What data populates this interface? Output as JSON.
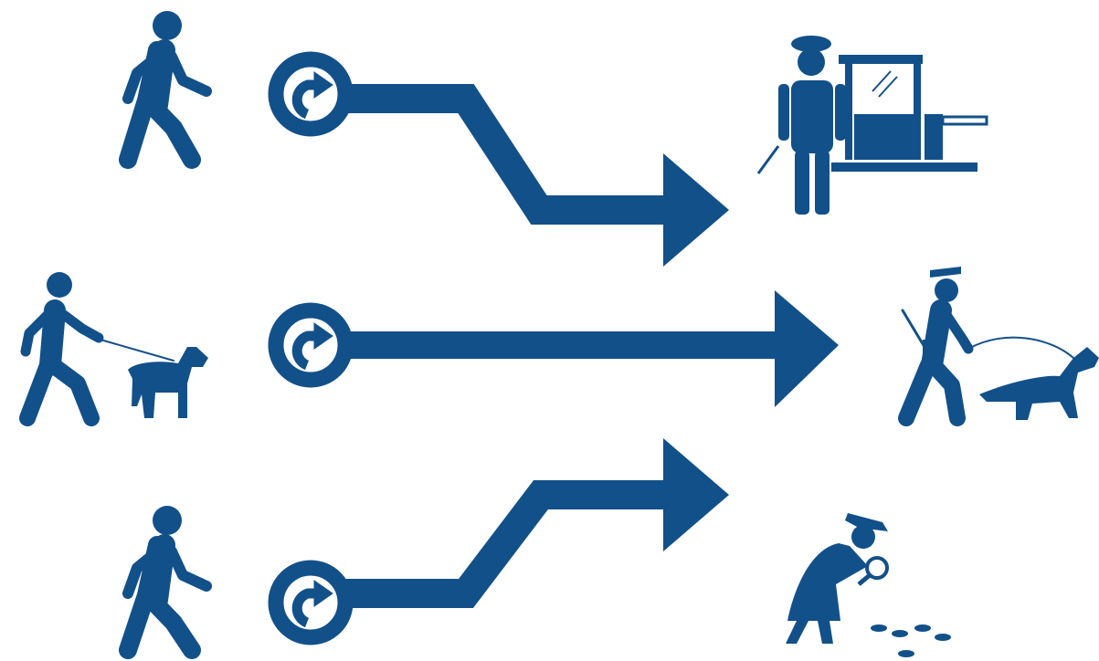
{
  "theme": {
    "primary": "#12508a",
    "background": "#ffffff"
  },
  "rows": [
    {
      "source_icon": "walking-person-icon",
      "route": "redirected-down",
      "switch_icon": "redirect-arrow-circle-icon",
      "target_icon": "security-guard-at-gatehouse-icon"
    },
    {
      "source_icon": "person-walking-dog-icon",
      "route": "straight",
      "switch_icon": "redirect-arrow-circle-icon",
      "target_icon": "police-officer-with-k9-dog-icon"
    },
    {
      "source_icon": "walking-person-icon",
      "route": "redirected-up",
      "switch_icon": "redirect-arrow-circle-icon",
      "target_icon": "detective-following-footprints-icon"
    }
  ]
}
